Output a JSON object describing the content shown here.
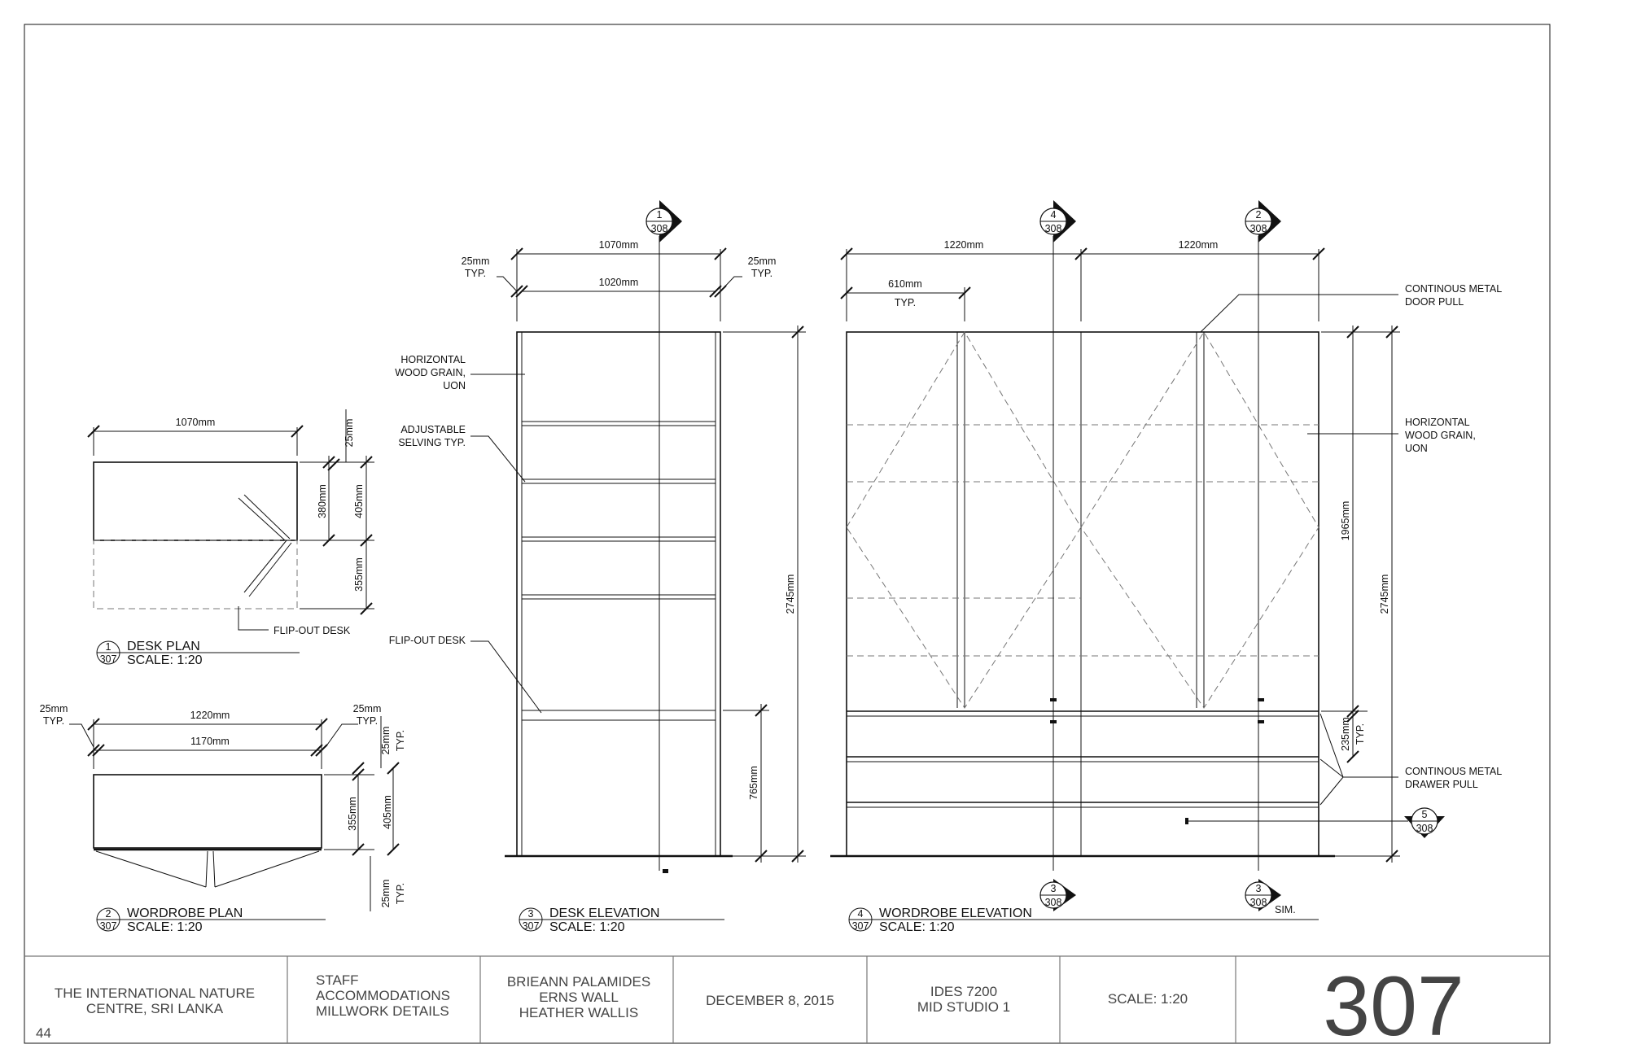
{
  "views": {
    "desk_plan": {
      "num": "1",
      "sheet": "307",
      "title": "DESK PLAN",
      "scale": "SCALE: 1:20"
    },
    "wardrobe_plan": {
      "num": "2",
      "sheet": "307",
      "title": "WORDROBE PLAN",
      "scale": "SCALE: 1:20"
    },
    "desk_elev": {
      "num": "3",
      "sheet": "307",
      "title": "DESK ELEVATION",
      "scale": "SCALE: 1:20"
    },
    "wardrobe_elev": {
      "num": "4",
      "sheet": "307",
      "title": "WORDROBE ELEVATION",
      "scale": "SCALE: 1:20"
    }
  },
  "section_markers": {
    "desk_top": {
      "num": "1",
      "sheet": "308"
    },
    "wardrobe_top_a": {
      "num": "4",
      "sheet": "308"
    },
    "wardrobe_top_b": {
      "num": "2",
      "sheet": "308"
    },
    "bottom_a": {
      "num": "3",
      "sheet": "308"
    },
    "bottom_b": {
      "num": "3",
      "sheet": "308"
    },
    "bottom_b_note": "SIM.",
    "drawer": {
      "num": "5",
      "sheet": "308"
    }
  },
  "dims": {
    "desk_plan_w": "1070mm",
    "desk_plan_25": "25mm",
    "desk_plan_380": "380mm",
    "desk_plan_405": "405mm",
    "desk_plan_355": "355mm",
    "wplan_25_left": "25mm",
    "wplan_typ_left": "TYP.",
    "wplan_1220": "1220mm",
    "wplan_1170": "1170mm",
    "wplan_25_right": "25mm",
    "wplan_typ_right": "TYP.",
    "wplan_25_v": "25mm",
    "wplan_typ_v": "TYP.",
    "wplan_355": "355mm",
    "wplan_405": "405mm",
    "wplan_25_bot": "25mm",
    "wplan_typ_bot": "TYP.",
    "desk_1070": "1070mm",
    "desk_1020": "1020mm",
    "desk_25_left": "25mm",
    "desk_typ_left": "TYP.",
    "desk_25_right": "25mm",
    "desk_typ_right": "TYP.",
    "desk_2745": "2745mm",
    "desk_765": "765mm",
    "ward_1220_a": "1220mm",
    "ward_1220_b": "1220mm",
    "ward_610": "610mm",
    "ward_610_typ": "TYP.",
    "ward_1965": "1965mm",
    "ward_2745": "2745mm",
    "ward_235": "235mm",
    "ward_235_typ": "TYP."
  },
  "notes": {
    "flip_out_plan": "FLIP-OUT DESK",
    "horiz_grain_1": "HORIZONTAL",
    "horiz_grain_2": "WOOD GRAIN,",
    "horiz_grain_3": "UON",
    "adj_shelf_1": "ADJUSTABLE",
    "adj_shelf_2": "SELVING TYP.",
    "flip_out_elev": "FLIP-OUT DESK",
    "door_pull_1": "CONTINOUS METAL",
    "door_pull_2": "DOOR PULL",
    "w_grain_1": "HORIZONTAL",
    "w_grain_2": "WOOD GRAIN,",
    "w_grain_3": "UON",
    "drawer_pull_1": "CONTINOUS METAL",
    "drawer_pull_2": "DRAWER PULL"
  },
  "title_block": {
    "project_1": "THE INTERNATIONAL NATURE",
    "project_2": "CENTRE, SRI LANKA",
    "page_num": "44",
    "desc_1": "STAFF",
    "desc_2": "ACCOMMODATIONS",
    "desc_3": "MILLWORK DETAILS",
    "author_1": "BRIEANN PALAMIDES",
    "author_2": "ERNS WALL",
    "author_3": "HEATHER WALLIS",
    "date": "DECEMBER 8, 2015",
    "course_1": "IDES 7200",
    "course_2": "MID STUDIO 1",
    "scale": "SCALE: 1:20",
    "sheet_number": "307"
  }
}
